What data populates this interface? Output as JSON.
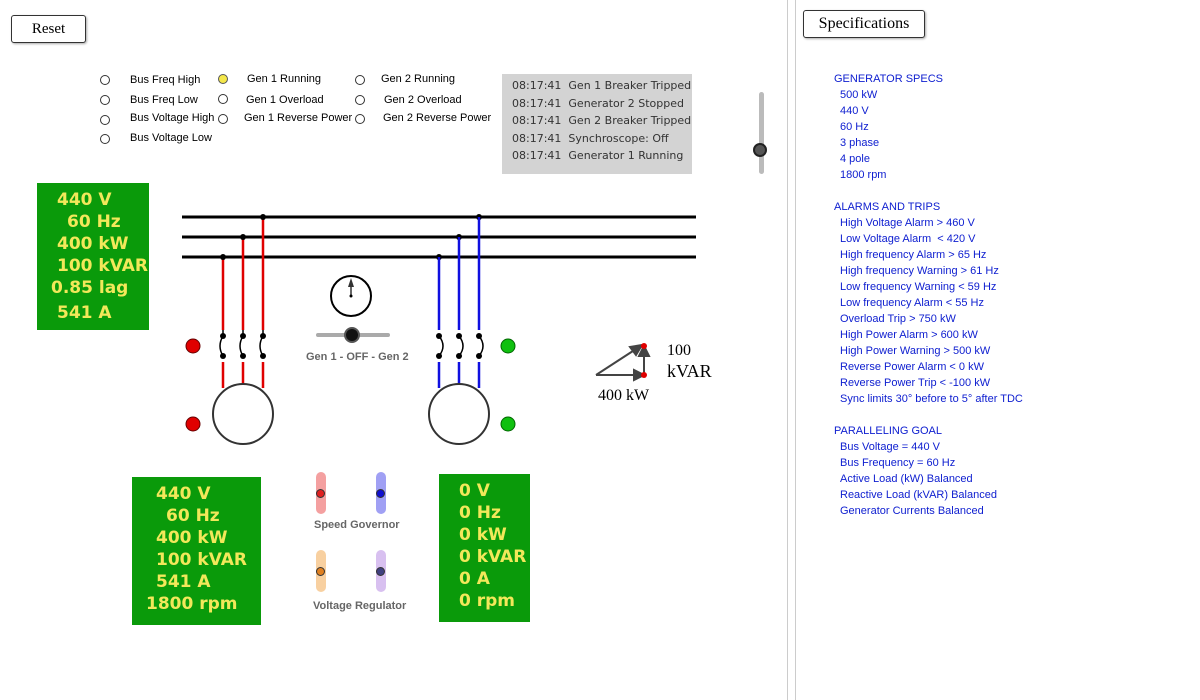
{
  "controls": {
    "reset_label": "Reset",
    "specs_label": "Specifications"
  },
  "indicators": [
    {
      "label": "Bus Freq High",
      "on": false
    },
    {
      "label": "Bus Freq Low",
      "on": false
    },
    {
      "label": "Bus Voltage High",
      "on": false
    },
    {
      "label": "Bus Voltage Low",
      "on": false
    },
    {
      "label": "Gen 1 Running",
      "on": true
    },
    {
      "label": "Gen 1 Overload",
      "on": false
    },
    {
      "label": "Gen 1 Reverse Power",
      "on": false
    },
    {
      "label": "Gen 2 Running",
      "on": false
    },
    {
      "label": "Gen 2 Overload",
      "on": false
    },
    {
      "label": "Gen 2 Reverse Power",
      "on": false
    }
  ],
  "event_log": [
    {
      "time": "08:17:41",
      "msg": "Gen 1 Breaker Tripped"
    },
    {
      "time": "08:17:41",
      "msg": "Generator 2 Stopped"
    },
    {
      "time": "08:17:41",
      "msg": "Gen 2 Breaker Tripped"
    },
    {
      "time": "08:17:41",
      "msg": "Synchroscope: Off"
    },
    {
      "time": "08:17:41",
      "msg": "Generator 1 Running"
    }
  ],
  "bus_meter": {
    "voltage": "440 V",
    "frequency": "60 Hz",
    "power": "400 kW",
    "reactive": "100 kVAR",
    "pf": "0.85 lag",
    "current": "541 A"
  },
  "gen1_meter": {
    "voltage": "440 V",
    "frequency": "60 Hz",
    "power": "400 kW",
    "reactive": "100 kVAR",
    "current": "541 A",
    "speed": "1800 rpm"
  },
  "gen2_meter": {
    "voltage": "0 V",
    "frequency": "0 Hz",
    "power": "0 kW",
    "reactive": "0 kVAR",
    "current": "0 A",
    "speed": "0 rpm"
  },
  "sync_switch_label": "Gen 1 - OFF - Gen 2",
  "speed_governor_label": "Speed Governor",
  "voltage_regulator_label": "Voltage Regulator",
  "power_triangle": {
    "kvar_value": "100",
    "kvar_unit": "kVAR",
    "kw_label": "400 kW"
  },
  "breaker_lamps": {
    "gen1": "#e00000",
    "gen2": "#10c010"
  },
  "specs": {
    "generator_title": "GENERATOR SPECS",
    "generator": [
      "500 kW",
      "440 V",
      "60 Hz",
      "3 phase",
      "4 pole",
      "1800 rpm"
    ],
    "alarms_title": "ALARMS AND TRIPS",
    "alarms": [
      "High Voltage Alarm > 460 V",
      "Low Voltage Alarm  < 420 V",
      "High frequency Alarm > 65 Hz",
      "High frequency Warning > 61 Hz",
      "Low frequency Warning < 59 Hz",
      "Low frequency Alarm < 55 Hz",
      "Overload Trip > 750 kW",
      "High Power Alarm > 600 kW",
      "High Power Warning > 500 kW",
      "Reverse Power Alarm < 0 kW",
      "Reverse Power Trip < -100 kW",
      "Sync limits 30° before to 5° after TDC"
    ],
    "goal_title": "PARALLELING GOAL",
    "goal": [
      "Bus Voltage = 440 V",
      "Bus Frequency = 60 Hz",
      "Active Load (kW) Balanced",
      "Reactive Load (kVAR) Balanced",
      "Generator Currents Balanced"
    ]
  }
}
